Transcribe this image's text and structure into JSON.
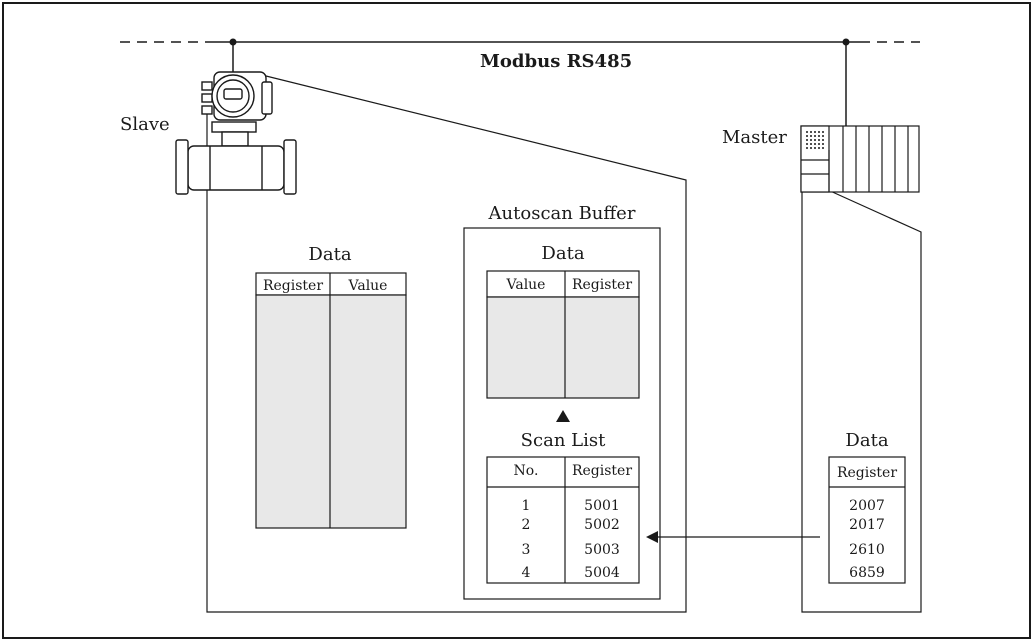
{
  "bus_label": "Modbus RS485",
  "slave": {
    "label": "Slave",
    "table": {
      "title": "Data",
      "columns": [
        "Register",
        "Value"
      ]
    }
  },
  "autoscan": {
    "title": "Autoscan Buffer",
    "data_table": {
      "title": "Data",
      "columns": [
        "Value",
        "Register"
      ]
    },
    "scan_list": {
      "title": "Scan List",
      "columns": [
        "No.",
        "Register"
      ],
      "rows": [
        {
          "no": "1",
          "register": "5001"
        },
        {
          "no": "2",
          "register": "5002"
        },
        {
          "no": "3",
          "register": "5003"
        },
        {
          "no": "4",
          "register": "5004"
        }
      ]
    }
  },
  "master": {
    "label": "Master",
    "table": {
      "title": "Data",
      "column": "Register",
      "values": [
        "2007",
        "2017",
        "2610",
        "6859"
      ]
    }
  },
  "colors": {
    "line": "#1a1a1a",
    "fill": "#e8e8e8"
  }
}
